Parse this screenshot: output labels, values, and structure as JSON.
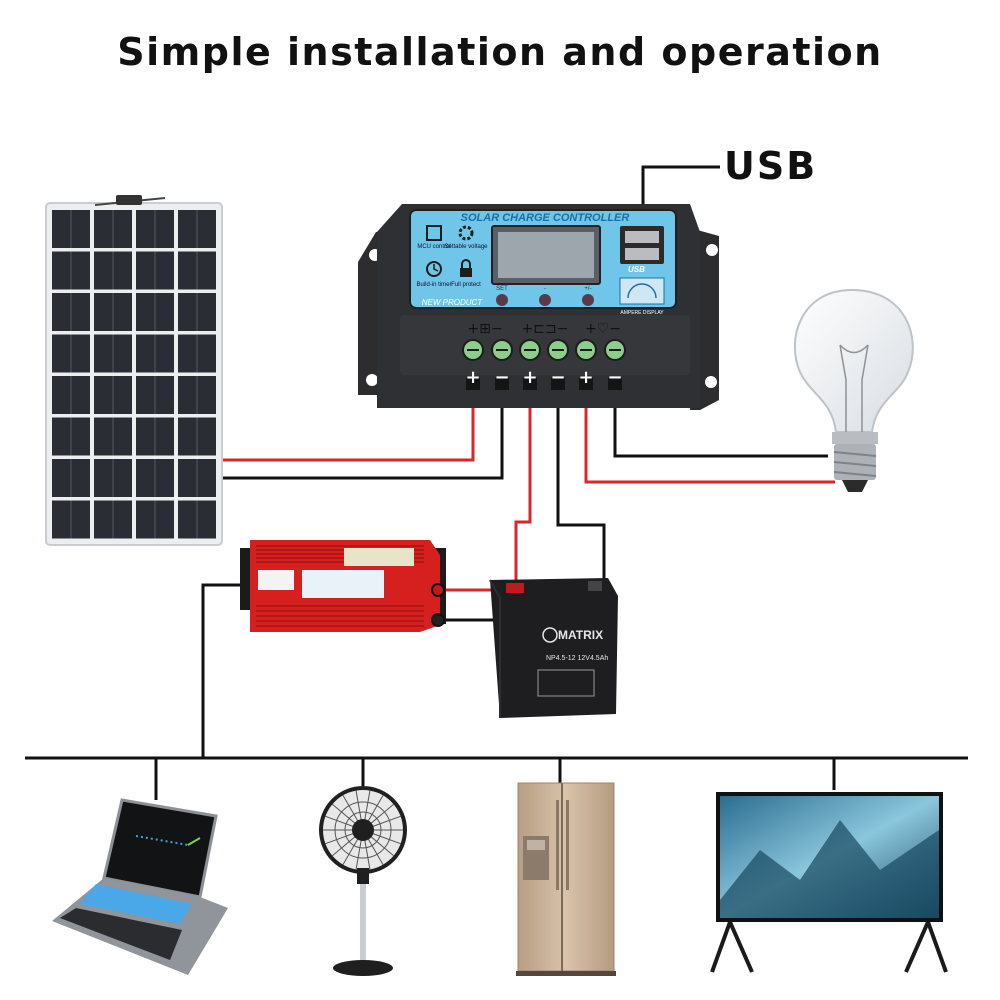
{
  "title": "Simple installation and operation",
  "usb_label": "USB",
  "controller": {
    "header": "SOLAR CHARGE CONTROLLER",
    "features": [
      {
        "icon": "mcu-chip-icon",
        "label": "MCU control"
      },
      {
        "icon": "gear-icon",
        "label": "Settable voltage"
      },
      {
        "icon": "clock-icon",
        "label": "Build-in timer"
      },
      {
        "icon": "lock-icon",
        "label": "Full protect"
      }
    ],
    "badge": "NEW PRODUCT",
    "button_labels": [
      "SET",
      "-",
      "+/-"
    ],
    "usb_badge": "USB",
    "meter_caption": "AMPERE DISPLAY",
    "terminal_signs": [
      "+",
      "−",
      "+",
      "−",
      "+",
      "−"
    ]
  },
  "battery": {
    "brand": "MATRIX",
    "model": "NP4.5-12  12V4.5Ah"
  },
  "colors": {
    "positive_wire": "#d9262c",
    "negative_wire": "#111111",
    "controller_panel": "#6fc6e8",
    "inverter_body": "#d61f1f",
    "solar_cell": "#2a2d33"
  }
}
